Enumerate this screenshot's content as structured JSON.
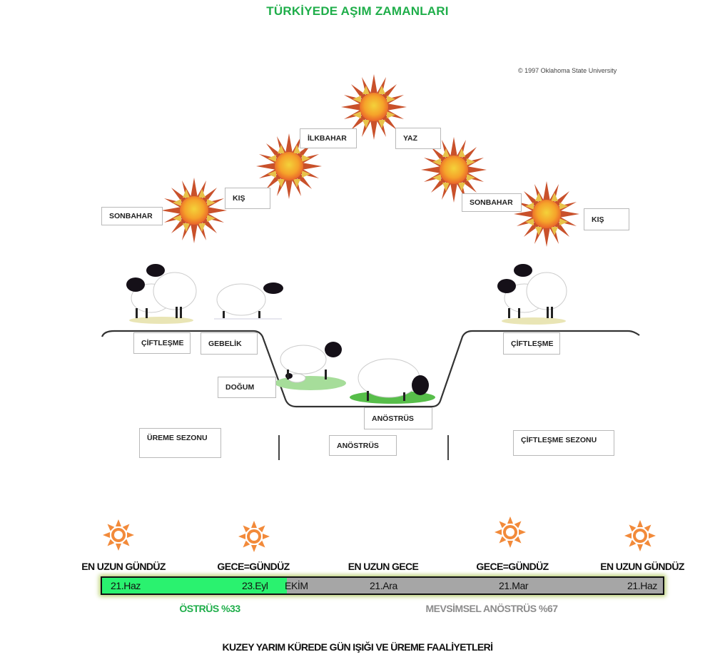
{
  "title": "TÜRKİYEDE AŞIM ZAMANLARI",
  "copyright": "© 1997 Oklahoma State University",
  "season_labels": [
    {
      "id": "sonbahar-1",
      "text": "SONBAHAR"
    },
    {
      "id": "kis-1",
      "text": "KIŞ"
    },
    {
      "id": "ilkbahar",
      "text": "İLKBAHAR"
    },
    {
      "id": "yaz",
      "text": "YAZ"
    },
    {
      "id": "sonbahar-2",
      "text": "SONBAHAR"
    },
    {
      "id": "kis-2",
      "text": "KIŞ"
    }
  ],
  "stage_labels": [
    {
      "id": "ciftlesme-1",
      "text": "ÇİFTLEŞME"
    },
    {
      "id": "gebelik",
      "text": "GEBELİK"
    },
    {
      "id": "dogum",
      "text": "DOĞUM"
    },
    {
      "id": "anostrus-1",
      "text": "ANÖSTRÜS"
    },
    {
      "id": "ciftlesme-2",
      "text": "ÇİFTLEŞME"
    }
  ],
  "period_labels": [
    {
      "id": "ureme-sezonu",
      "text": "ÜREME SEZONU"
    },
    {
      "id": "anostrus-2",
      "text": "ANÖSTRÜS"
    },
    {
      "id": "ciftlesme-sezonu",
      "text": "ÇİFTLEŞME SEZONU"
    }
  ],
  "timeline": {
    "headers": [
      "EN UZUN GÜNDÜZ",
      "GECE=GÜNDÜZ",
      "EN UZUN GECE",
      "GECE=GÜNDÜZ",
      "EN UZUN GÜNDÜZ"
    ],
    "dates": [
      "21.Haz",
      "23.Eyl",
      "EKİM",
      "21.Ara",
      "21.Mar",
      "21.Haz"
    ],
    "estrus_fraction": 0.33,
    "estrus_label": "ÖSTRÜS %33",
    "anestrus_label": "MEVSİMSEL ANÖSTRÜS %67",
    "colors": {
      "estrus": "#2af26f",
      "anestrus": "#a6a6a6",
      "estrus_text": "#1fae4a",
      "anestrus_text": "#8c8c8c"
    }
  },
  "footer": "KUZEY YARIM KÜREDE GÜN IŞIĞI VE ÜREME FAALİYETLERİ"
}
